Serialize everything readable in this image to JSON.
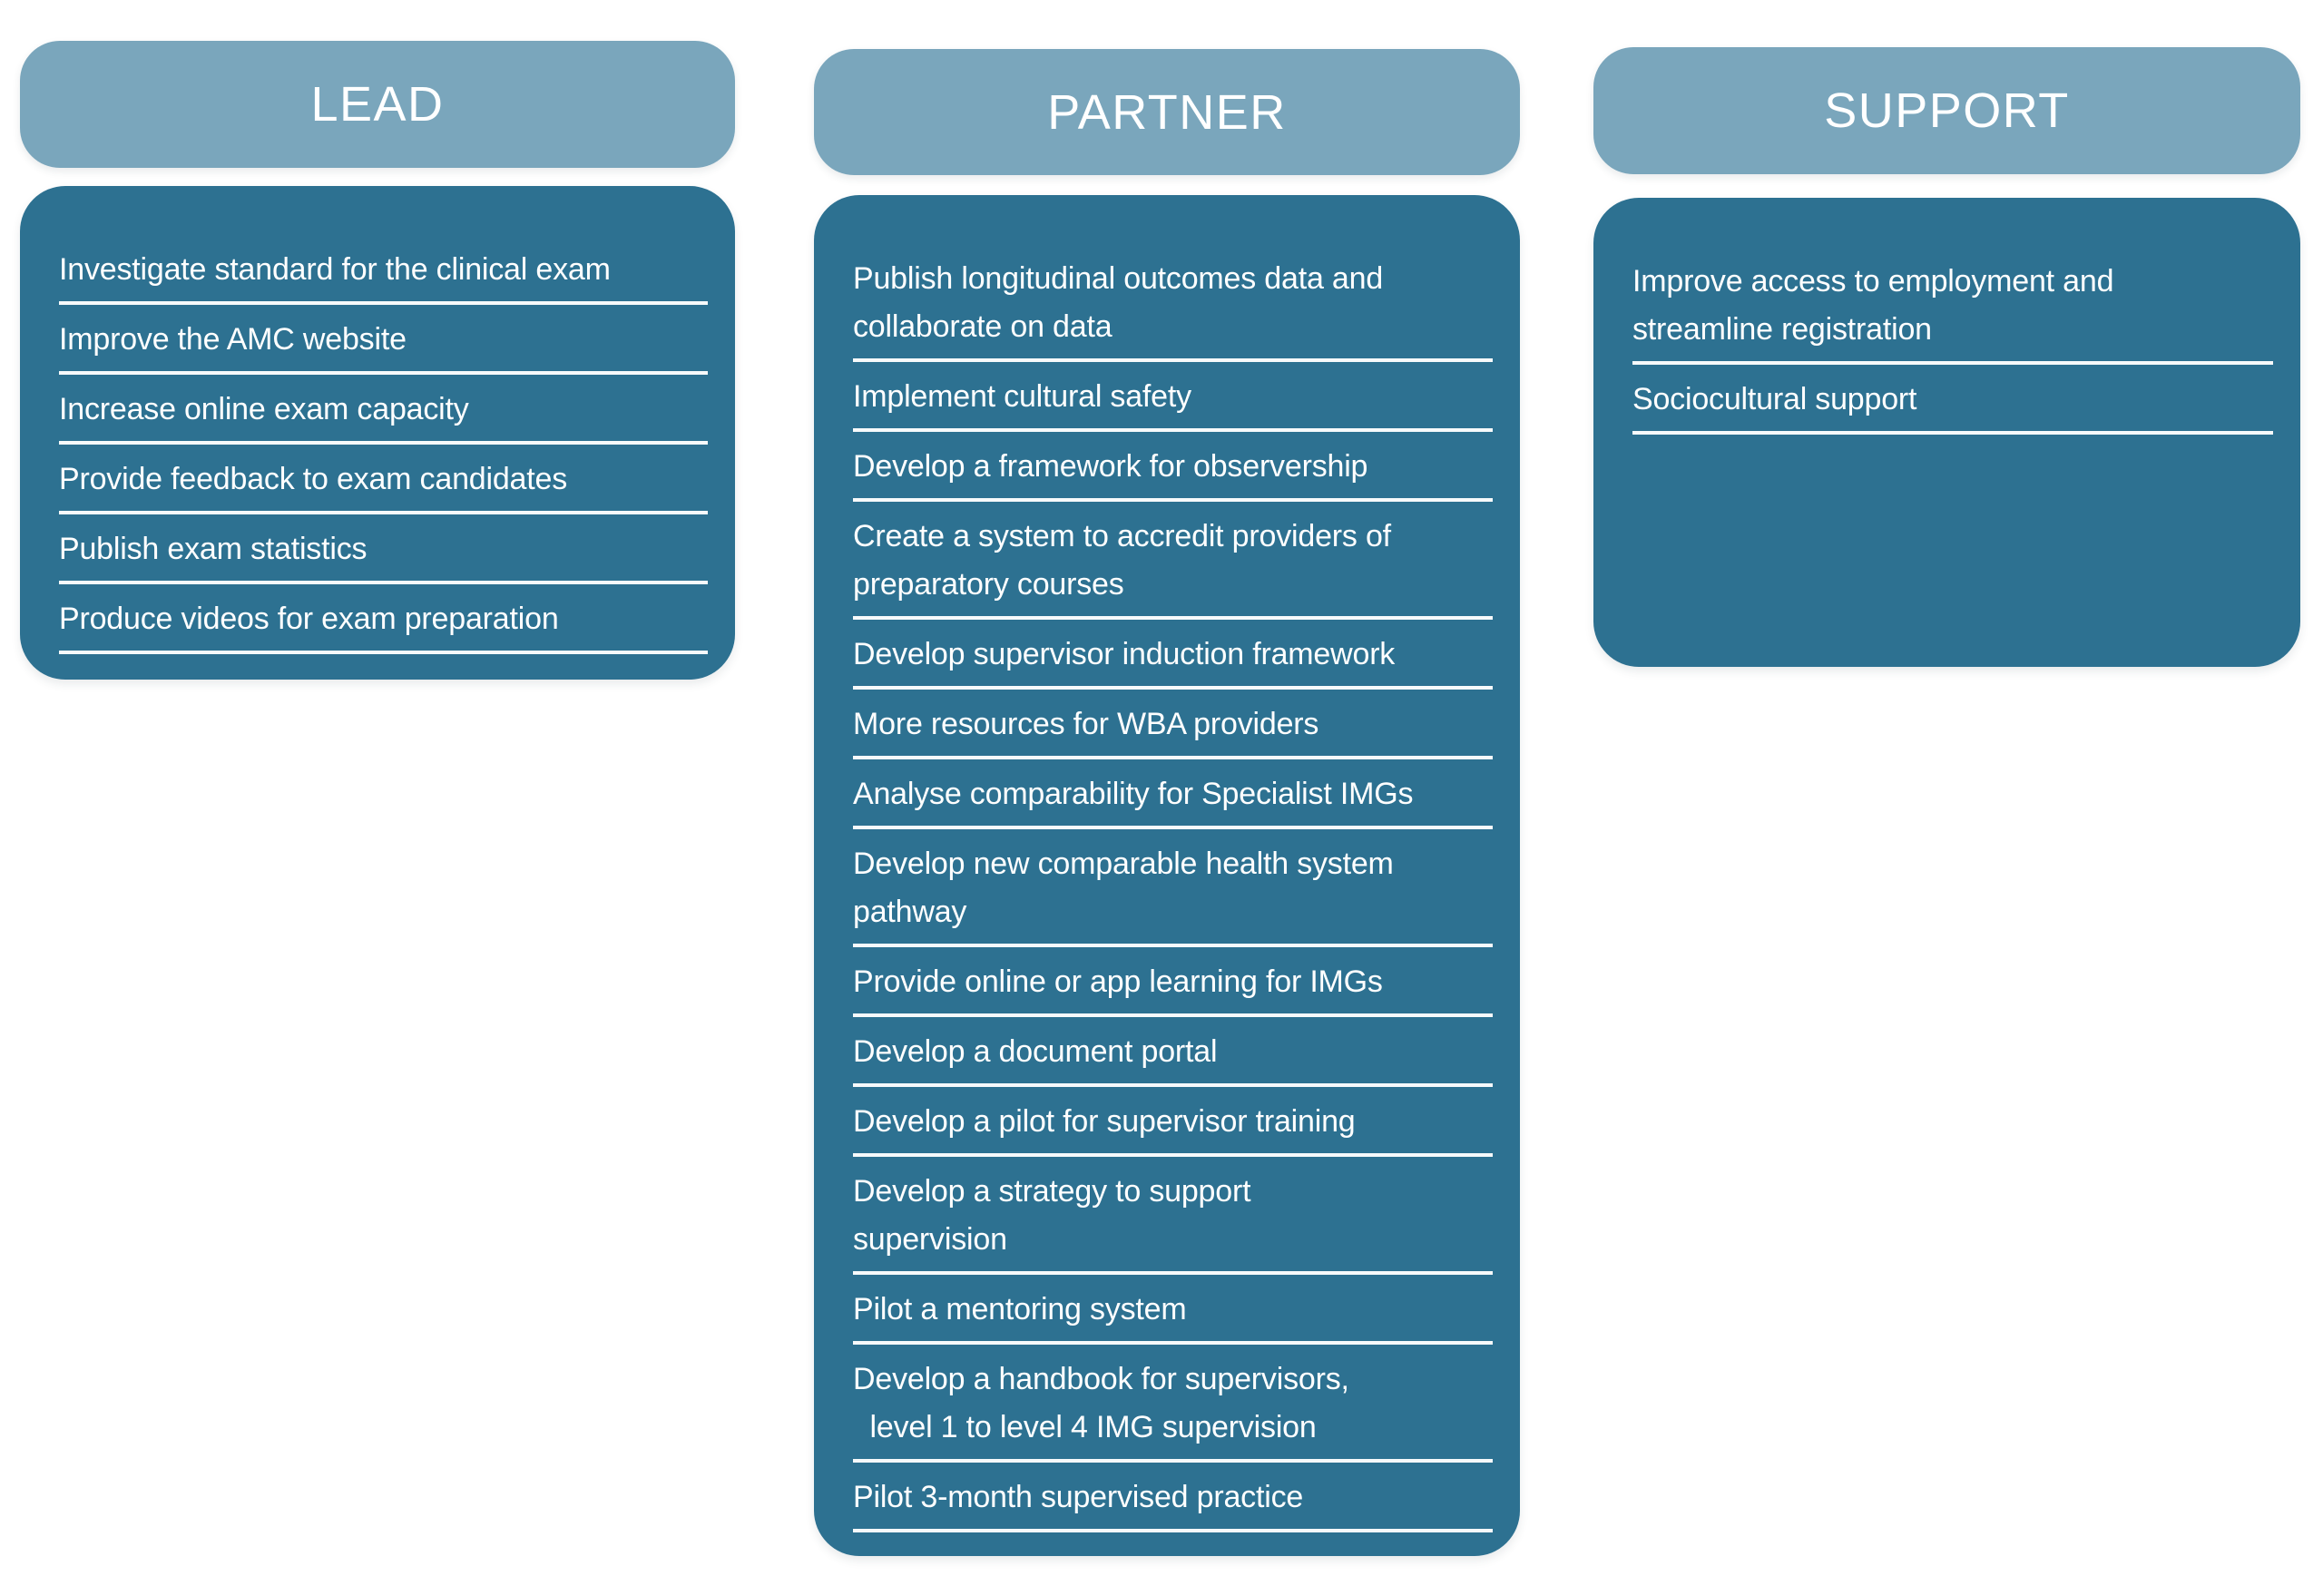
{
  "diagram": {
    "columns": [
      {
        "id": "lead",
        "title": "LEAD",
        "items": [
          "Investigate standard for the clinical exam",
          "Improve the AMC website",
          "Increase online exam capacity",
          "Provide feedback to exam candidates",
          "Publish exam statistics",
          "Produce videos for exam preparation"
        ]
      },
      {
        "id": "partner",
        "title": "PARTNER",
        "items": [
          "Publish longitudinal outcomes data and\ncollaborate on data",
          "Implement cultural safety",
          "Develop a framework for observership",
          "Create a system to accredit providers of\npreparatory courses",
          "Develop supervisor induction framework",
          "More resources for WBA providers",
          "Analyse comparability for Specialist IMGs",
          "Develop new comparable health system\npathway",
          "Provide online or app learning for IMGs",
          "Develop a document portal",
          "Develop a pilot for supervisor training",
          "Develop a strategy to support\nsupervision",
          "Pilot a mentoring system",
          "Develop a handbook for supervisors,\n  level 1 to level 4 IMG supervision",
          "Pilot 3-month supervised practice"
        ]
      },
      {
        "id": "support",
        "title": "SUPPORT",
        "items": [
          "Improve access to employment and\nstreamline registration",
          "Sociocultural support"
        ]
      }
    ]
  },
  "colors": {
    "header_bg": "#7AA6BC",
    "body_bg": "#2D7191",
    "text": "#FFFFFF",
    "rule": "#F7FAFB",
    "background": "#FFFFFF"
  }
}
